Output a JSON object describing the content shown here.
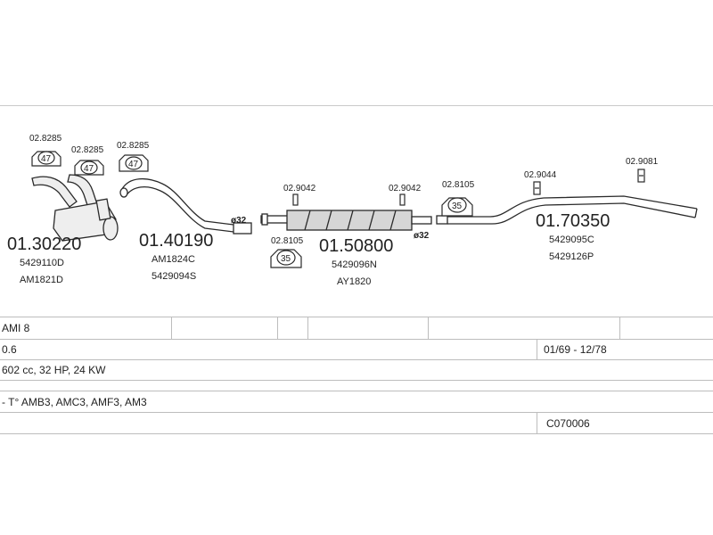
{
  "parts": {
    "p1": {
      "number": "01.30220",
      "refs": [
        "5429110D",
        "AM1821D"
      ]
    },
    "p2": {
      "number": "01.40190",
      "refs": [
        "AM1824C",
        "5429094S"
      ]
    },
    "p3": {
      "number": "01.50800",
      "refs": [
        "5429096N",
        "AY1820"
      ]
    },
    "p4": {
      "number": "01.70350",
      "refs": [
        "5429095C",
        "5429126P"
      ]
    }
  },
  "accessories": {
    "a1": "02.8285",
    "a2": "02.8285",
    "a3": "02.8285",
    "a4": "02.9042",
    "a5": "02.9042",
    "a6": "02.8105",
    "a7": "02.8105",
    "a8": "02.9044",
    "a9": "02.9081"
  },
  "clamp_sizes": {
    "c1": "47",
    "c2": "47",
    "c3": "47",
    "c4": "35",
    "c5": "35"
  },
  "pipe_diameters": {
    "d1": "ø32",
    "d2": "ø32"
  },
  "info": {
    "model": "AMI 8",
    "engine": "0.6",
    "years": "01/69 - 12/78",
    "spec": "602 cc, 32 HP, 24 KW",
    "types": "- T° AMB3, AMC3, AMF3, AM3",
    "catalog_code": "C070006"
  },
  "colors": {
    "line": "#2a2a2a",
    "muffler_fill": "#d6d6d6",
    "clamp_fill": "#ffffff",
    "frame": "#c9c9c9"
  }
}
